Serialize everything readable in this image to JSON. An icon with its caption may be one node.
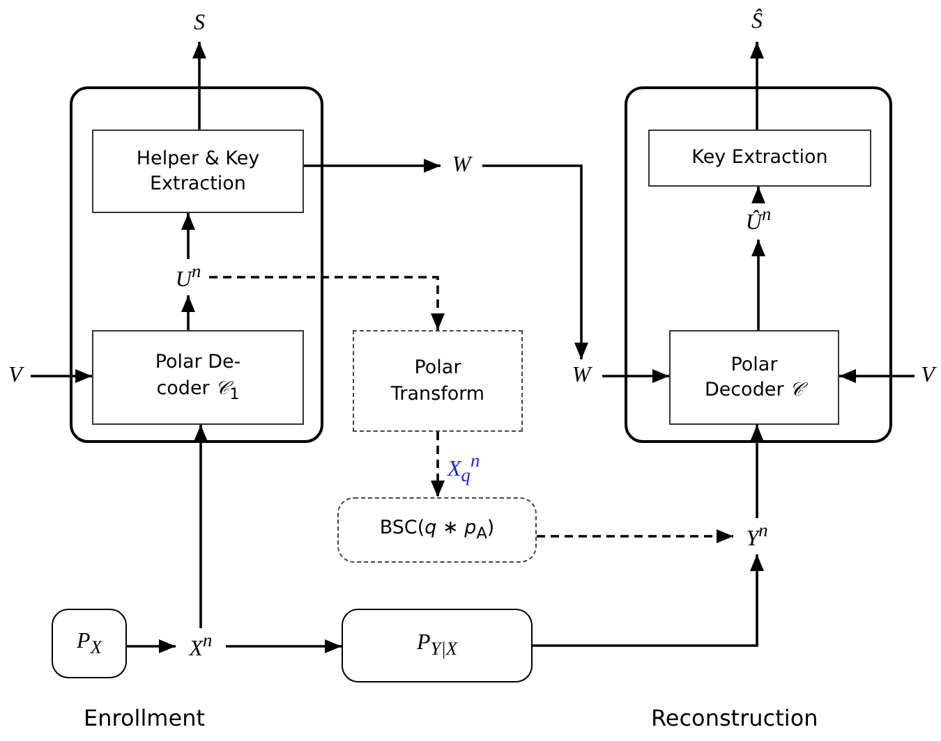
{
  "diagram": {
    "nodes": [
      {
        "text": [],
        "shape": "box"
      },
      {
        "text": [
          "Helper & Key Extraction"
        ],
        "in": 0
      },
      {
        "text": [
          "U$^{n}$"
        ],
        "in": 0
      },
      {
        "text": [
          "Polar De-coder *𝒞*$_{1}$"
        ],
        "in": 0
      },
      {
        "text": [
          "S"
        ]
      },
      {
        "text": [
          "V"
        ]
      },
      {
        "text": [
          "W"
        ]
      },
      {
        "text": [
          "Polar Transform"
        ]
      },
      {
        "text": [
          "BSC(*q* ∗ *p*$_{A}$)"
        ]
      },
      {
        "text": [],
        "shape": "box"
      },
      {
        "text": [
          "Key Extraction"
        ],
        "in": 9
      },
      {
        "text": [
          "Û$^{n}$"
        ],
        "in": 9
      },
      {
        "text": [
          "Polar Decoder *𝒞*"
        ],
        "in": 9
      },
      {
        "text": [
          "Ŝ"
        ]
      },
      {
        "text": [
          "W"
        ]
      },
      {
        "text": [
          "V"
        ]
      },
      {
        "text": [
          "Y$^{n}$"
        ]
      },
      {
        "text": [
          "P$_{X}$"
        ]
      },
      {
        "text": [
          "X$^{n}$"
        ]
      },
      {
        "text": [
          "P$_{Y|X}$"
        ]
      }
    ],
    "edges": [
      {
        "from": 1,
        "to": 4,
        "arrow": "to"
      },
      {
        "from": 2,
        "to": 1,
        "arrow": "to"
      },
      {
        "from": 3,
        "to": 2,
        "arrow": "to"
      },
      {
        "from": 5,
        "to": 3,
        "arrow": "to"
      },
      {
        "from": 1,
        "to": 6,
        "arrow": "to"
      },
      {
        "from": 6,
        "to": 14,
        "arrow": "to"
      },
      {
        "from": 2,
        "to": 7,
        "arrow": "to",
        "style": "dashed"
      },
      {
        "from": 7,
        "to": 8,
        "arrow": "to",
        "style": "dashed",
        "label": "X$_{q}$$^{n}$"
      },
      {
        "from": 8,
        "to": 16,
        "arrow": "to",
        "style": "dashed"
      },
      {
        "from": 14,
        "to": 12,
        "arrow": "to"
      },
      {
        "from": 15,
        "to": 12,
        "arrow": "to"
      },
      {
        "from": 12,
        "to": 11,
        "arrow": "to"
      },
      {
        "from": 11,
        "to": 10,
        "arrow": "to"
      },
      {
        "from": 10,
        "to": 13,
        "arrow": "to"
      },
      {
        "from": 16,
        "to": 12,
        "arrow": "to"
      },
      {
        "from": 17,
        "to": 18,
        "arrow": "to"
      },
      {
        "from": 18,
        "to": 3,
        "arrow": "to"
      },
      {
        "from": 18,
        "to": 19,
        "arrow": "to"
      },
      {
        "from": 19,
        "to": 16,
        "arrow": "to"
      }
    ],
    "labels": [
      "Enrollment",
      "Reconstruction"
    ]
  }
}
